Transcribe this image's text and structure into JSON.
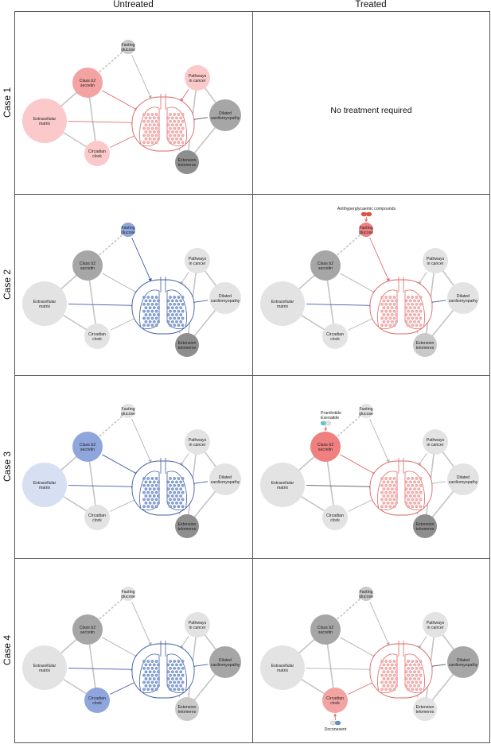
{
  "headers": {
    "columns": [
      "Untreated",
      "Treated"
    ],
    "rows": [
      "Case 1",
      "Case 2",
      "Case 3",
      "Case 4"
    ]
  },
  "node_labels": {
    "fasting": [
      "Fasting",
      "glucose"
    ],
    "class_b2": [
      "Class b2",
      "secretin"
    ],
    "pathways": [
      "Pathways",
      "in cancer"
    ],
    "extracellular": [
      "Extracellular",
      "matrix"
    ],
    "dilated": [
      "Dilated",
      "cardiomyopathy"
    ],
    "circadian": [
      "Circadian",
      "clock"
    ],
    "extension": [
      "Extension",
      "telomeres"
    ]
  },
  "no_treatment_text": "No treatment required",
  "colors": {
    "red_light": "#fbc9c9",
    "red_mid": "#f4a3a3",
    "red_strong": "#f08080",
    "blue": "#8fa6dc",
    "blue_light": "#d6e0f2",
    "grey_light": "#e3e3e3",
    "grey_mid": "#c9c9c9",
    "grey_dark": "#a6a6a6",
    "grey_darker": "#8e8e8e",
    "lung_red": "#e06666",
    "lung_blue": "#3f5fa8",
    "lung_grey": "#8a8a8a",
    "drug_red": "#e74c3c",
    "drug_teal": "#5ec6cc",
    "drug_blue": "#5b8fc9"
  },
  "panels": [
    {
      "case": "Case 1",
      "column": "Untreated",
      "lung": "red",
      "nodes": {
        "fasting": "grey_mid",
        "class_b2": "red_mid",
        "pathways": "red_light",
        "extracellular": "red_light",
        "dilated": "grey_dark",
        "circadian": "red_light",
        "extension": "grey_darker"
      },
      "arrows": {
        "fasting": "grey",
        "class_b2": "red",
        "pathways": "red",
        "extracellular": "red",
        "dilated": "dark",
        "circadian": "red",
        "extension": "grey"
      }
    },
    {
      "case": "Case 1",
      "column": "Treated",
      "empty": true
    },
    {
      "case": "Case 2",
      "column": "Untreated",
      "lung": "blue",
      "nodes": {
        "fasting": "blue",
        "class_b2": "grey_dark",
        "pathways": "grey_light",
        "extracellular": "grey_light",
        "dilated": "grey_light",
        "circadian": "grey_light",
        "extension": "grey_darker"
      },
      "arrows": {
        "fasting": "blue",
        "class_b2": "grey",
        "pathways": "grey",
        "extracellular": "blue",
        "dilated": "blue",
        "circadian": "grey",
        "extension": "grey"
      }
    },
    {
      "case": "Case 2",
      "column": "Treated",
      "lung": "red",
      "nodes": {
        "fasting": "red_strong",
        "class_b2": "grey_dark",
        "pathways": "grey_light",
        "extracellular": "grey_light",
        "dilated": "grey_light",
        "circadian": "grey_light",
        "extension": "grey_mid"
      },
      "arrows": {
        "fasting": "red",
        "class_b2": "grey",
        "pathways": "grey",
        "extracellular": "blue",
        "dilated": "blue",
        "circadian": "grey",
        "extension": "grey"
      },
      "drug": {
        "target": "fasting",
        "label": "Antihyperglycaemic compounds",
        "pill": [
          "drug_red",
          "drug_red"
        ]
      }
    },
    {
      "case": "Case 3",
      "column": "Untreated",
      "lung": "blue",
      "nodes": {
        "fasting": "grey_light",
        "class_b2": "blue",
        "pathways": "grey_light",
        "extracellular": "blue_light",
        "dilated": "grey_light",
        "circadian": "grey_light",
        "extension": "grey_darker"
      },
      "arrows": {
        "fasting": "grey",
        "class_b2": "blue",
        "pathways": "grey",
        "extracellular": "blue",
        "dilated": "blue",
        "circadian": "grey",
        "extension": "grey"
      }
    },
    {
      "case": "Case 3",
      "column": "Treated",
      "lung": "red",
      "nodes": {
        "fasting": "grey_light",
        "class_b2": "red_strong",
        "pathways": "grey_light",
        "extracellular": "grey_light",
        "dilated": "grey_light",
        "circadian": "grey_light",
        "extension": "grey_darker"
      },
      "arrows": {
        "fasting": "grey",
        "class_b2": "red",
        "pathways": "grey",
        "extracellular": "dark",
        "dilated": "grey",
        "circadian": "grey",
        "extension": "grey"
      },
      "drug": {
        "target": "class_b2",
        "label_lines": [
          "Pramlintide",
          "Exenatide"
        ],
        "pill": [
          "drug_teal",
          "grey_light"
        ]
      }
    },
    {
      "case": "Case 4",
      "column": "Untreated",
      "lung": "blue",
      "nodes": {
        "fasting": "grey_light",
        "class_b2": "grey_dark",
        "pathways": "grey_light",
        "extracellular": "grey_light",
        "dilated": "grey_dark",
        "circadian": "blue",
        "extension": "grey_mid"
      },
      "arrows": {
        "fasting": "grey",
        "class_b2": "grey",
        "pathways": "grey",
        "extracellular": "blue",
        "dilated": "blue",
        "circadian": "blue",
        "extension": "grey"
      }
    },
    {
      "case": "Case 4",
      "column": "Treated",
      "lung": "red",
      "nodes": {
        "fasting": "grey_mid",
        "class_b2": "grey_dark",
        "pathways": "grey_light",
        "extracellular": "grey_light",
        "dilated": "grey_dark",
        "circadian": "red_mid",
        "extension": "grey_light"
      },
      "arrows": {
        "fasting": "grey",
        "class_b2": "grey",
        "pathways": "grey",
        "extracellular": "grey",
        "dilated": "dark",
        "circadian": "red",
        "extension": "grey"
      },
      "drug": {
        "target": "circadian",
        "label": "Doconexent",
        "pill": [
          "grey_light",
          "drug_blue"
        ]
      }
    }
  ]
}
